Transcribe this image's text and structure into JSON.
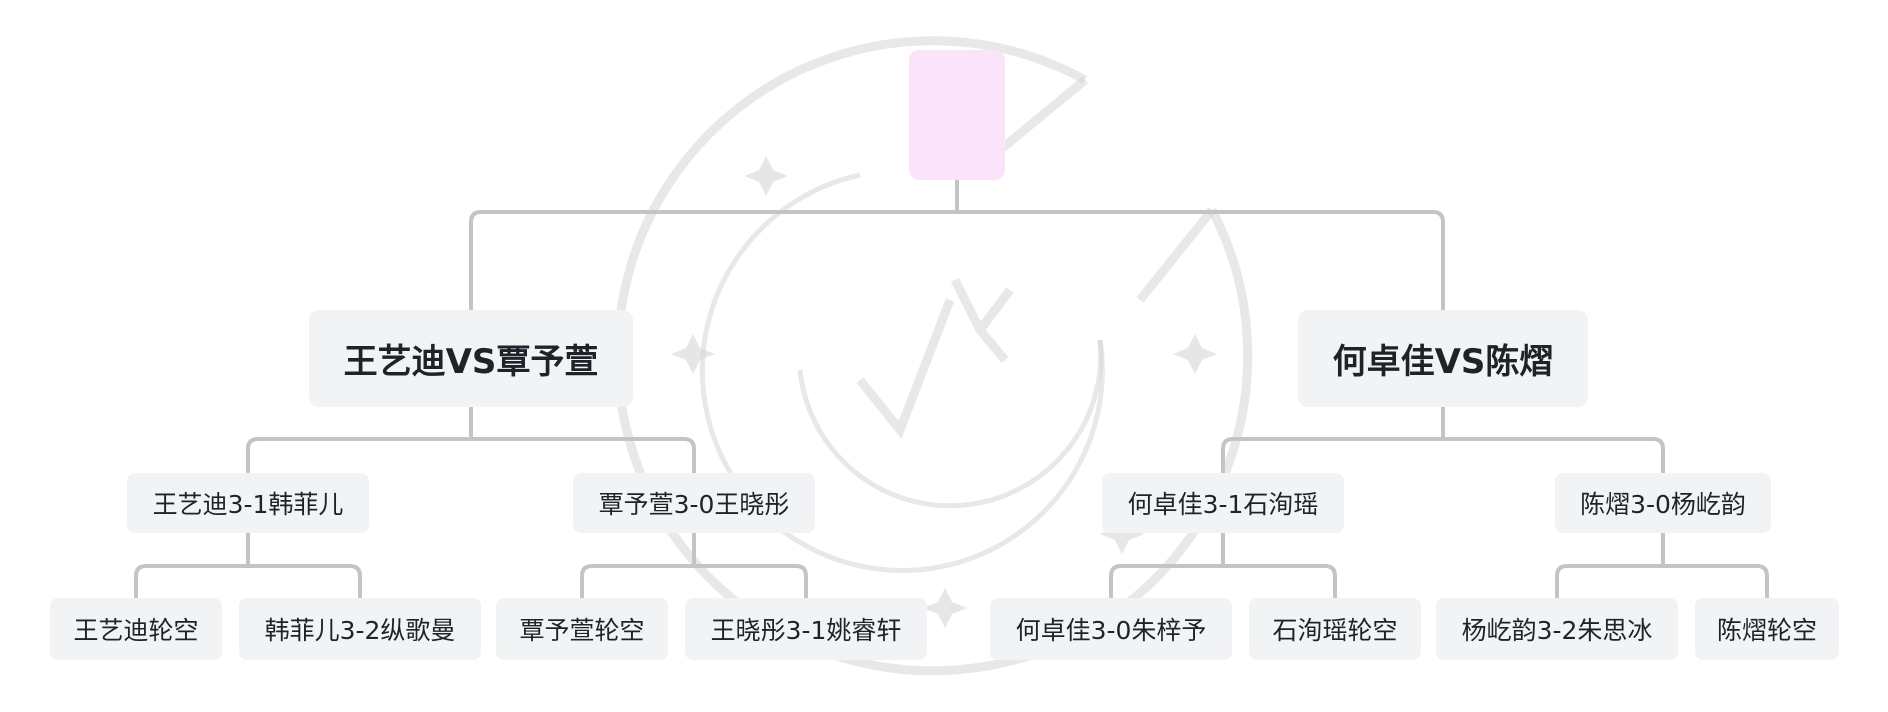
{
  "colors": {
    "node_bg": "#f2f3f5",
    "root_bg": "#fbe3fa",
    "connector": "#c4c4c4",
    "text": "#1f2329",
    "watermark": "#d6d6d8"
  },
  "watermark": {
    "text": "VY"
  },
  "mindmap": {
    "root": {
      "label": ""
    },
    "branches": [
      {
        "label": "王艺迪VS覃予萱",
        "children": [
          {
            "label": "王艺迪3-1韩菲儿",
            "children": [
              {
                "label": "王艺迪轮空"
              },
              {
                "label": "韩菲儿3-2纵歌曼"
              }
            ]
          },
          {
            "label": "覃予萱3-0王晓彤",
            "children": [
              {
                "label": "覃予萱轮空"
              },
              {
                "label": "王晓彤3-1姚睿轩"
              }
            ]
          }
        ]
      },
      {
        "label": "何卓佳VS陈熠",
        "children": [
          {
            "label": "何卓佳3-1石洵瑶",
            "children": [
              {
                "label": "何卓佳3-0朱梓予"
              },
              {
                "label": "石洵瑶轮空"
              }
            ]
          },
          {
            "label": "陈熠3-0杨屹韵",
            "children": [
              {
                "label": "杨屹韵3-2朱思冰"
              },
              {
                "label": "陈熠轮空"
              }
            ]
          }
        ]
      }
    ]
  }
}
